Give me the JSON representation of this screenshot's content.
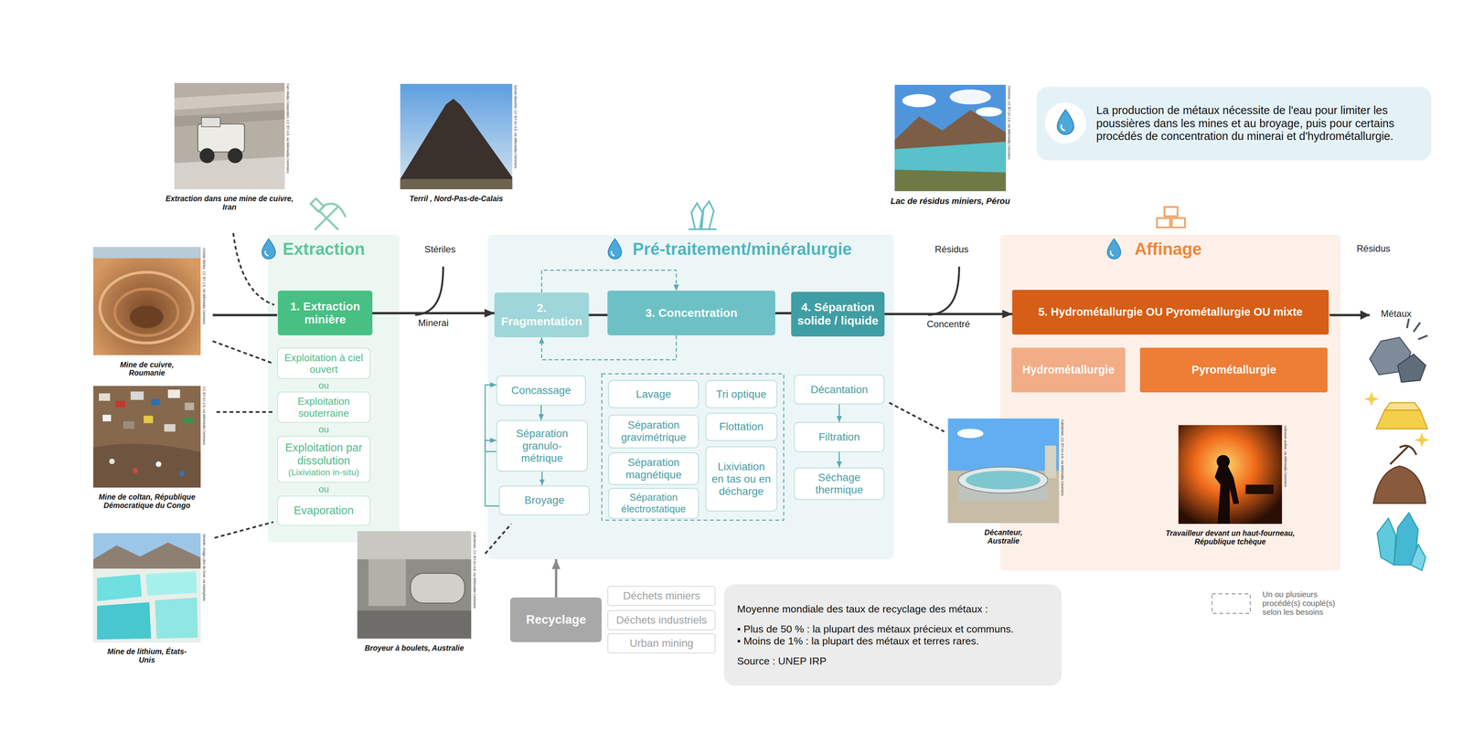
{
  "diagram": {
    "nodes": [
      {
        "text": [
          "Extraction"
        ]
      },
      {
        "text": [
          "1. Extraction minière"
        ],
        "in": 0
      },
      {
        "text": [
          "Exploitation à ciel ouvert"
        ],
        "in": 0
      },
      {
        "text": [
          "Exploitation souterraine"
        ],
        "in": 0
      },
      {
        "text": [
          "Exploitation par dissolution",
          "(Lixiviation in-situ)"
        ],
        "in": 0
      },
      {
        "text": [
          "Evaporation"
        ],
        "in": 0
      },
      {
        "text": [
          "Pré-traitement/minéralurgie"
        ]
      },
      {
        "text": [
          "2. Fragmentation"
        ],
        "in": 6
      },
      {
        "text": [
          "3. Concentration"
        ],
        "in": 6
      },
      {
        "text": [
          "4. Séparation solide / liquide"
        ],
        "in": 6
      },
      {
        "text": [
          "Concassage"
        ],
        "in": 6
      },
      {
        "text": [
          "Séparation granulo- métrique"
        ],
        "in": 6
      },
      {
        "text": [
          "Broyage"
        ],
        "in": 6
      },
      {
        "text": [
          "Lavage"
        ],
        "in": 6
      },
      {
        "text": [
          "Tri optique"
        ],
        "in": 6
      },
      {
        "text": [
          "Séparation gravimétrique"
        ],
        "in": 6
      },
      {
        "text": [
          "Flottation"
        ],
        "in": 6
      },
      {
        "text": [
          "Séparation magnétique"
        ],
        "in": 6
      },
      {
        "text": [
          "Lixiviation en tas ou en décharge"
        ],
        "in": 6
      },
      {
        "text": [
          "Séparation électrostatique"
        ],
        "in": 6
      },
      {
        "text": [
          "Décantation"
        ],
        "in": 6
      },
      {
        "text": [
          "Filtration"
        ],
        "in": 6
      },
      {
        "text": [
          "Séchage thermique"
        ],
        "in": 6
      },
      {
        "text": [
          "Affinage"
        ]
      },
      {
        "text": [
          "5. Hydrométallurgie OU Pyrométallurgie OU mixte"
        ],
        "in": 23
      },
      {
        "text": [
          "Hydrométallurgie"
        ],
        "in": 23
      },
      {
        "text": [
          "Pyrométallurgie"
        ],
        "in": 23
      },
      {
        "text": [
          "Recyclage"
        ]
      },
      {
        "text": [
          "Déchets miniers"
        ]
      },
      {
        "text": [
          "Déchets industriels"
        ]
      },
      {
        "text": [
          "Urban mining"
        ]
      },
      {
        "text": [
          "Moyenne mondiale des taux de recyclage des métaux :",
          "• Plus de 50 % : la plupart des métaux précieux et communs.",
          "• Moins de 1% : la plupart des métaux et terres rares.",
          "Source : UNEP IRP"
        ]
      },
      {
        "text": [
          "La production de métaux nécessite de l'eau pour limiter les poussières dans les mines et au broyage, puis pour certains procédés de concentration du minerai et d'hydrométallurgie."
        ]
      }
    ],
    "edges": [
      {
        "from": 1,
        "to": 7,
        "arrow": "to",
        "label": "Minerai"
      },
      {
        "from": 7,
        "to": 8,
        "arrow": "none"
      },
      {
        "from": 8,
        "to": 9,
        "arrow": "none"
      },
      {
        "from": 9,
        "to": 24,
        "arrow": "to",
        "label": "Concentré"
      },
      {
        "from": 7,
        "to": 8,
        "arrow": "to"
      },
      {
        "from": 8,
        "to": 7,
        "arrow": "to"
      },
      {
        "from": 10,
        "to": 11,
        "arrow": "to"
      },
      {
        "from": 11,
        "to": 12,
        "arrow": "to"
      },
      {
        "from": 11,
        "to": 10,
        "arrow": "to"
      },
      {
        "from": 12,
        "to": 11,
        "arrow": "to"
      },
      {
        "from": 20,
        "to": 21,
        "arrow": "to"
      },
      {
        "from": 21,
        "to": 22,
        "arrow": "to"
      },
      {
        "from": 27,
        "to": 6,
        "arrow": "to"
      }
    ],
    "labels": [
      "Stériles",
      "Résidus",
      "Résidus",
      "Métaux",
      "ou",
      "ou",
      "ou",
      "Extraction dans une mine de cuivre, Iran",
      "Terril , Nord-Pas-de-Calais",
      "Lac de résidus miniers, Pérou",
      "Mine de cuivre, Roumanie",
      "Mine de coltan, République Démocratique du Congo",
      "Mine de lithium, États-Unis",
      "Broyeur à boulets, Australie",
      "Décanteur, Australie",
      "Travailleur devant un haut-fourneau, République tchèque",
      "Fars Media Corporation, CC BY 4.0, via Wikimedia Commons",
      "Sylvain Bouchet, CC BY-SA 3.0, via Wikimedia Commons",
      "Xtremiste, CC BY-SA 2.0, via Wikimedia Commons",
      "Cristian Bortes, CC BY 2.0, via Wikimedia Commons",
      "CC BY-SA 2.0, via Wikimedia Commons",
      "Simonkr, Image Libre de Droit, via Istockphoto",
      "Calistemon, CC BY-SA 4.0, via Wikimedia Commons",
      "Calistemon, CC BY-SA 4.0, via Wikimedia Commons",
      "Unknown author, via Wikimedia Commons"
    ],
    "legend": [
      {
        "text": "Un ou plusieurs procédé(s) couplé(s) selon les besoins"
      }
    ]
  }
}
